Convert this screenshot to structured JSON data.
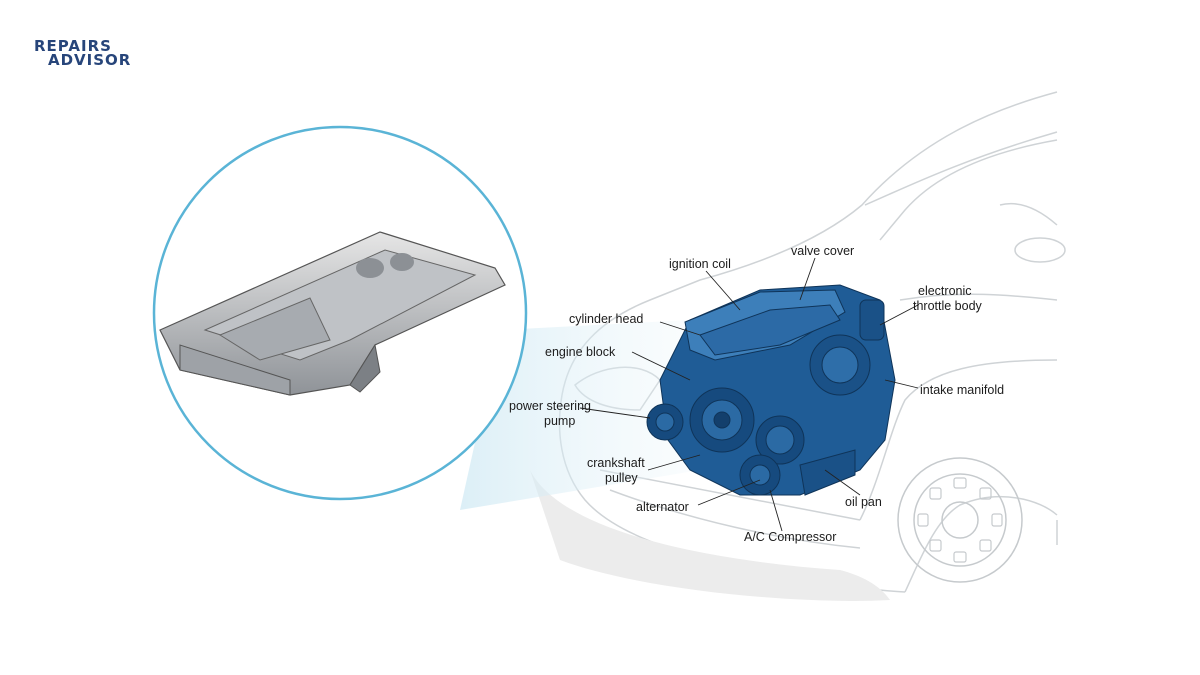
{
  "logo": {
    "line1": "REPAIRS",
    "line2": "ADVISOR"
  },
  "labels": {
    "ignition_coil": "ignition coil",
    "valve_cover": "valve cover",
    "electronic_throttle_body_1": "electronic",
    "electronic_throttle_body_2": "throttle body",
    "cylinder_head": "cylinder head",
    "engine_block": "engine block",
    "intake_manifold": "intake manifold",
    "power_steering_pump_1": "power steering",
    "power_steering_pump_2": "pump",
    "crankshaft_pulley_1": "crankshaft",
    "crankshaft_pulley_2": "pulley",
    "alternator": "alternator",
    "oil_pan": "oil pan",
    "ac_compressor": "A/C Compressor"
  },
  "colors": {
    "engine": "#1f5c96",
    "engine_dark": "#133f6c",
    "engine_light": "#3d7fba",
    "magnifier_ring": "#5ab4d6",
    "car_outline": "#cfd3d6",
    "logo": "#27457a"
  },
  "icons": {
    "logo_mark": "spring-coil-icon"
  }
}
